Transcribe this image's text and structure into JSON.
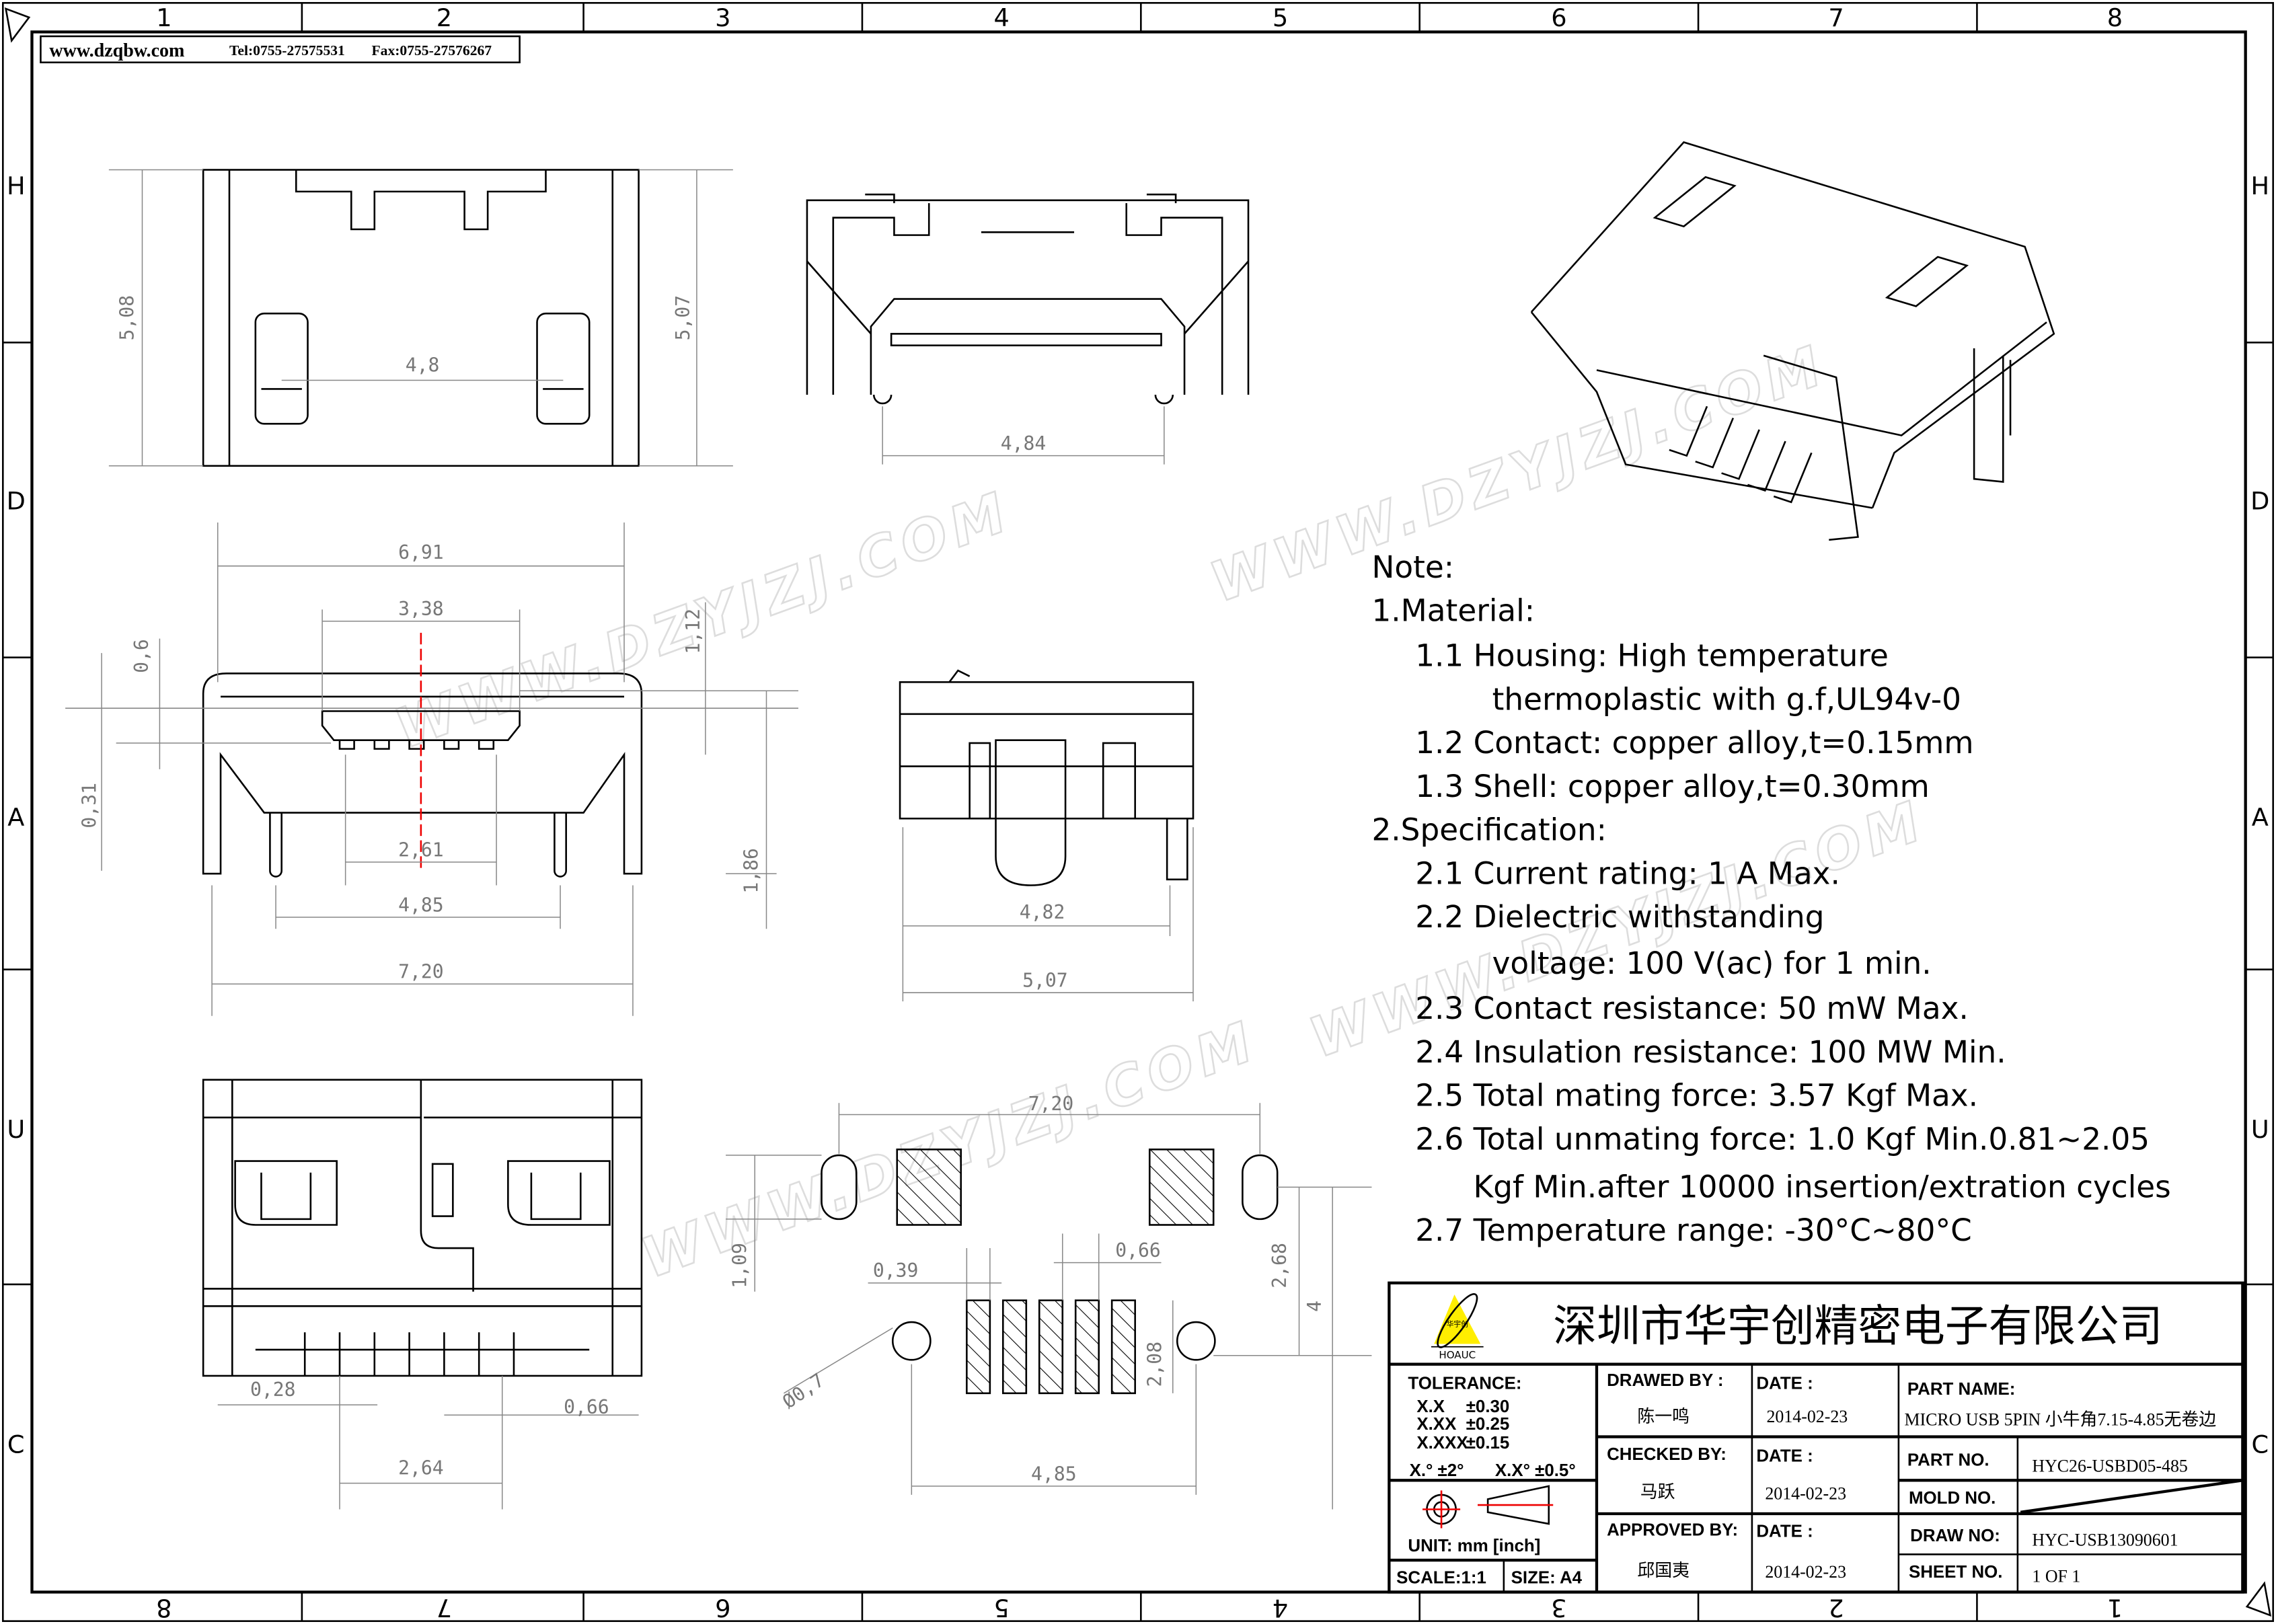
{
  "header": {
    "website": "www.dzqbw.com",
    "tel": "Tel:0755-27575531",
    "fax": "Fax:0755-27576267"
  },
  "grid": {
    "columns": [
      "1",
      "2",
      "3",
      "4",
      "5",
      "6",
      "7",
      "8"
    ],
    "columns_bottom": [
      "8",
      "7",
      "6",
      "5",
      "4",
      "3",
      "2",
      "1"
    ],
    "rows": [
      "H",
      "D",
      "A",
      "U",
      "C"
    ]
  },
  "watermark": "WWW.DZYJZJ.COM",
  "dims": {
    "top_left": [
      "5,08",
      "4,8",
      "5,07"
    ],
    "top_mid": [
      "4,84"
    ],
    "front": [
      "6,91",
      "3,38",
      "0,6",
      "1,12",
      "0,31",
      "2,61",
      "1,86",
      "4,85",
      "7,20"
    ],
    "side": [
      "4,82",
      "5,07"
    ],
    "bottom": [
      "0,28",
      "0,66",
      "2,64"
    ],
    "footprint": [
      "7,20",
      "0,66",
      "0,39",
      "1,09",
      "2,68",
      "4",
      "2,08",
      "Ø0,7",
      "4,85"
    ]
  },
  "notes": [
    "Note:",
    "1.Material:",
    "1.1  Housing:  High  temperature",
    "thermoplastic  with  g.f,UL94v-0",
    "1.2  Contact:  copper  alloy,t=0.15mm",
    "1.3  Shell:  copper  alloy,t=0.30mm",
    "2.Specification:",
    "2.1  Current  rating:  1  A  Max.",
    "2.2  Dielectric  withstanding",
    "voltage:  100  V(ac)  for  1  min.",
    "2.3  Contact  resistance:  50  mW  Max.",
    "2.4  Insulation  resistance:  100  MW  Min.",
    "2.5  Total  mating  force:  3.57  Kgf  Max.",
    "2.6  Total  unmating  force:  1.0  Kgf  Min.0.81~2.05",
    "Kgf  Min.after  10000  insertion/extration  cycles",
    "2.7  Temperature  range:  -30°C~80°C"
  ],
  "title_block": {
    "logo_text": "HOAUC",
    "logo_cn": "华宇创",
    "company": "深圳市华宇创精密电子有限公司",
    "tolerance_label": "TOLERANCE:",
    "tolerances": [
      [
        "X.X",
        "±0.30"
      ],
      [
        "X.XX",
        "±0.25"
      ],
      [
        "X.XXX",
        "±0.15"
      ]
    ],
    "angle_tol": [
      "X.°  ±2°",
      "X.X°  ±0.5°"
    ],
    "unit": "UNIT:  mm  [inch]",
    "scale": "SCALE:1:1",
    "size": "SIZE:  A4",
    "drawed_by_label": "DRAWED  BY :",
    "drawed_by": "陈一鸣",
    "checked_by_label": "CHECKED  BY:",
    "checked_by": "马跃",
    "approved_by_label": "APPROVED  BY:",
    "approved_by": "邱国夷",
    "date_label": "DATE  :",
    "dates": [
      "2014-02-23",
      "2014-02-23",
      "2014-02-23"
    ],
    "part_name_label": "PART  NAME:",
    "part_name": "MICRO USB 5PIN 小牛角7.15-4.85无卷边",
    "part_no_label": "PART  NO.",
    "part_no": "HYC26-USBD05-485",
    "mold_no_label": "MOLD  NO.",
    "draw_no_label": "DRAW  NO:",
    "draw_no": "HYC-USB13090601",
    "sheet_no_label": "SHEET  NO.",
    "sheet_no": "1  OF  1"
  }
}
